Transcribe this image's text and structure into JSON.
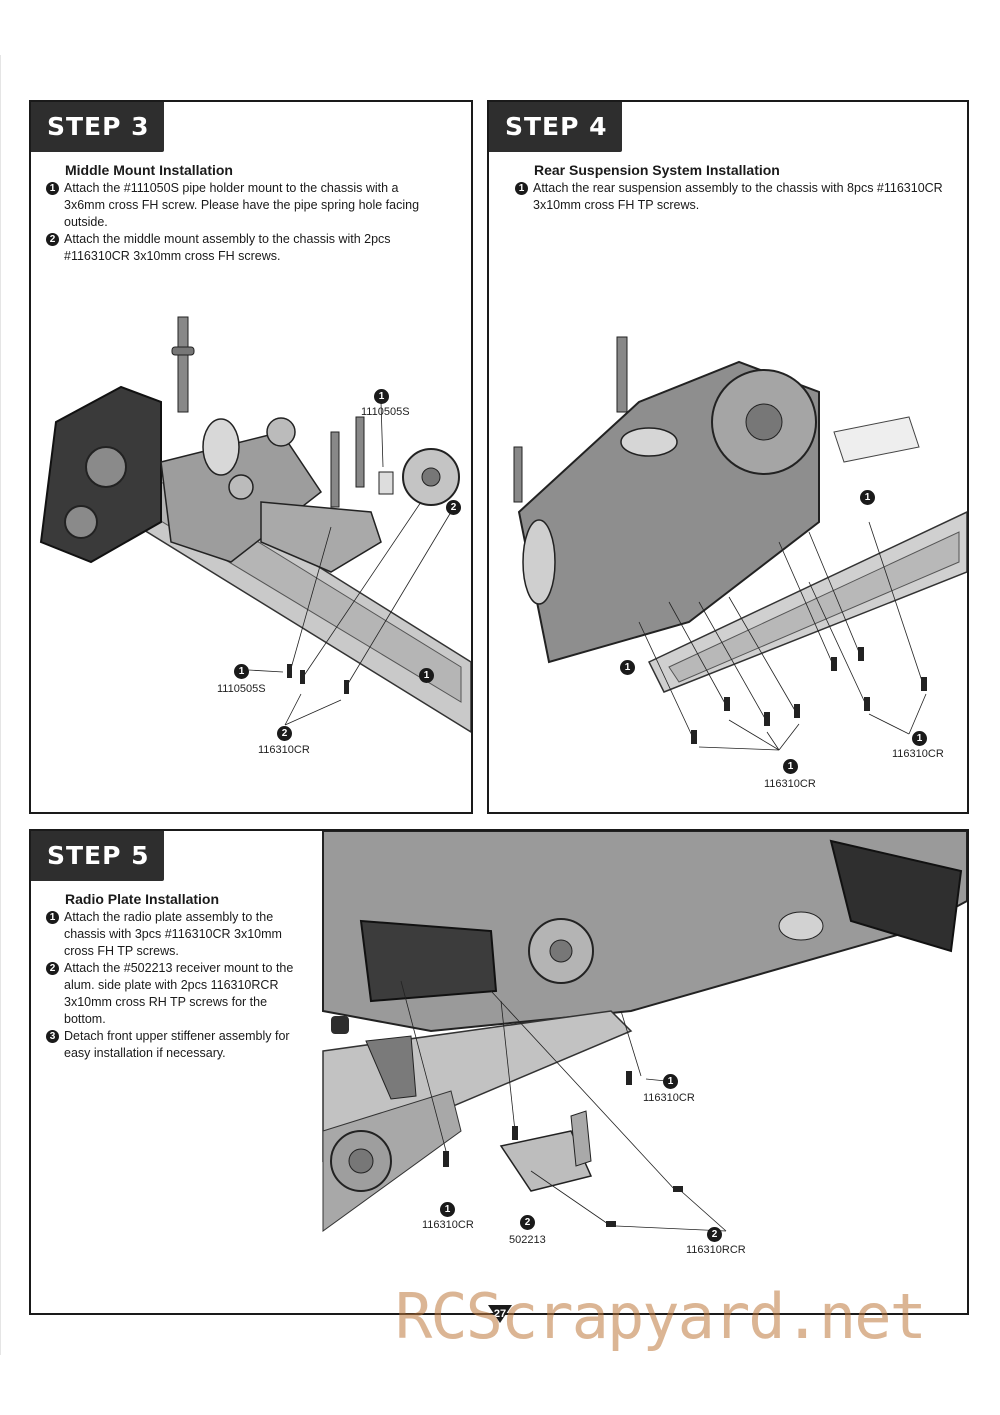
{
  "step3": {
    "tab": "STEP 3",
    "title": "Middle Mount Installation",
    "items": [
      {
        "num": "1",
        "text": "Attach the #111050S pipe holder mount to the chassis with a 3x6mm cross FH screw.  Please have the pipe spring hole facing outside."
      },
      {
        "num": "2",
        "text": "Attach the middle mount assembly to the chassis with 2pcs #116310CR 3x10mm cross FH screws."
      }
    ],
    "callouts": [
      "1110505S",
      "1110505S",
      "116310CR"
    ],
    "bubbles": [
      "1",
      "2",
      "1",
      "1",
      "2"
    ]
  },
  "step4": {
    "tab": "STEP 4",
    "title": "Rear Suspension System Installation",
    "items": [
      {
        "num": "1",
        "text": "Attach the rear suspension assembly to the chassis with 8pcs #116310CR 3x10mm cross FH TP screws."
      }
    ],
    "callouts": [
      "116310CR",
      "116310CR"
    ],
    "bubbles": [
      "1",
      "1",
      "1",
      "1"
    ]
  },
  "step5": {
    "tab": "STEP 5",
    "title": "Radio Plate Installation",
    "items": [
      {
        "num": "1",
        "text": "Attach the radio plate assembly to the chassis with 3pcs #116310CR 3x10mm cross FH TP screws."
      },
      {
        "num": "2",
        "text": "Attach the #502213 receiver mount to the alum. side plate with 2pcs 116310RCR 3x10mm cross RH TP screws for the bottom."
      },
      {
        "num": "3",
        "text": "Detach front upper stiffener assembly for easy installation if necessary."
      }
    ],
    "callouts": [
      "116310CR",
      "116310CR",
      "502213",
      "116310RCR"
    ],
    "bubbles": [
      "1",
      "1",
      "2",
      "2"
    ]
  },
  "page_number": "27",
  "watermark": "RCScrapyard.net",
  "colors": {
    "tab_bg": "#2e2e2e",
    "ink": "#1a1a1a",
    "watermark": "#be783c"
  }
}
